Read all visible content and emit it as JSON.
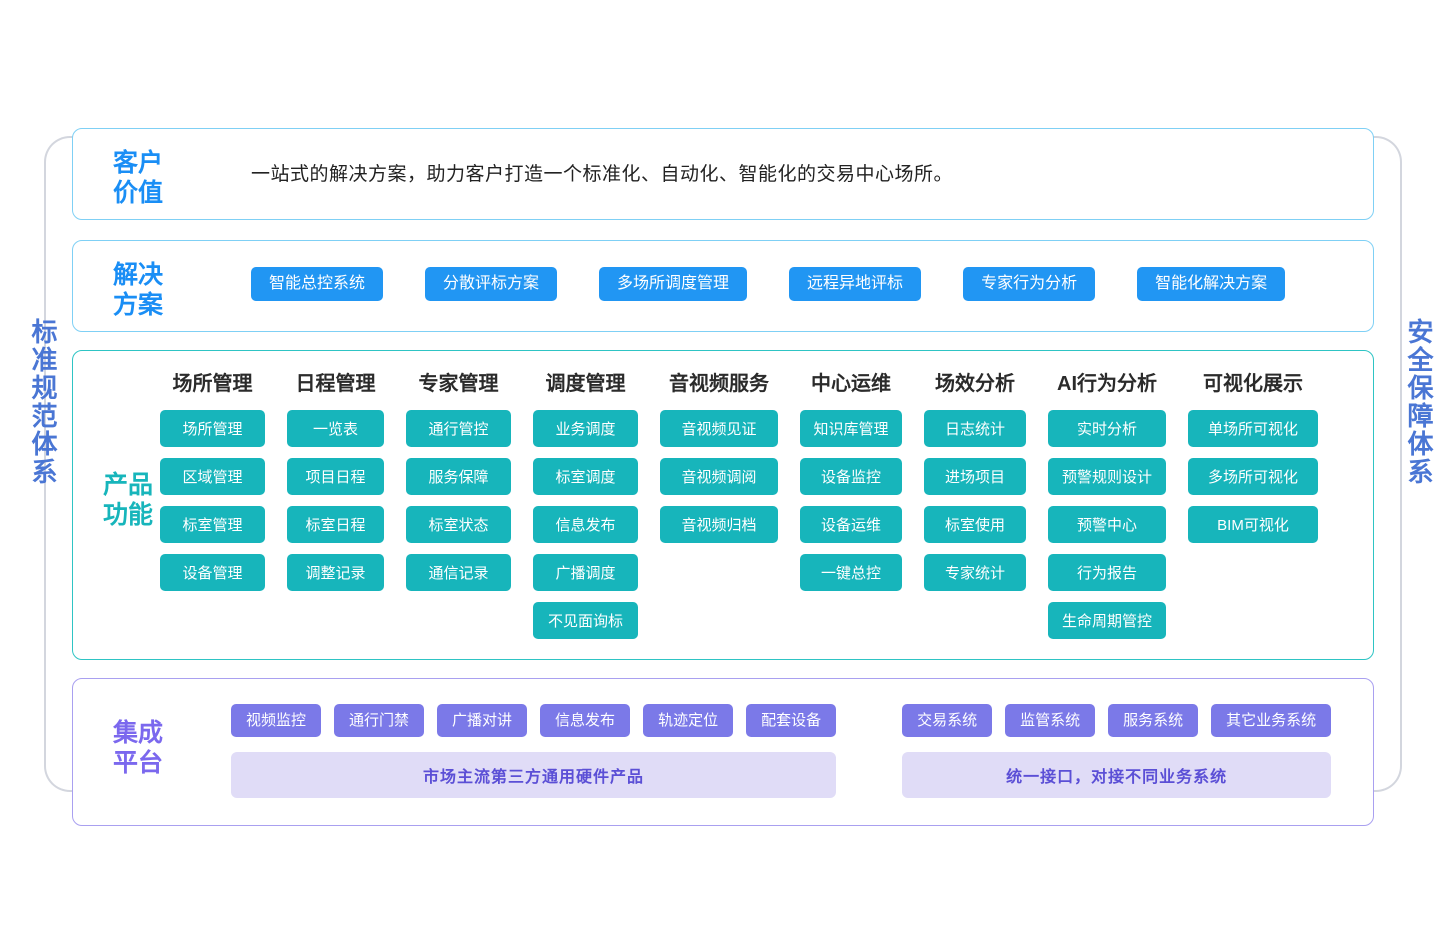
{
  "side_labels": {
    "left": "标准规范体系",
    "right": "安全保障体系"
  },
  "customer_value": {
    "title": "客户\n价值",
    "title_line1": "客户",
    "title_line2": "价值",
    "text": "一站式的解决方案，助力客户打造一个标准化、自动化、智能化的交易中心场所。"
  },
  "solution": {
    "title_line1": "解决",
    "title_line2": "方案",
    "chips": [
      "智能总控系统",
      "分散评标方案",
      "多场所调度管理",
      "远程异地评标",
      "专家行为分析",
      "智能化解决方案"
    ]
  },
  "product": {
    "title_line1": "产品",
    "title_line2": "功能",
    "columns": [
      {
        "head": "场所管理",
        "items": [
          "场所管理",
          "区域管理",
          "标室管理",
          "设备管理"
        ]
      },
      {
        "head": "日程管理",
        "items": [
          "一览表",
          "项目日程",
          "标室日程",
          "调整记录"
        ]
      },
      {
        "head": "专家管理",
        "items": [
          "通行管控",
          "服务保障",
          "标室状态",
          "通信记录"
        ]
      },
      {
        "head": "调度管理",
        "items": [
          "业务调度",
          "标室调度",
          "信息发布",
          "广播调度",
          "不见面询标"
        ]
      },
      {
        "head": "音视频服务",
        "items": [
          "音视频见证",
          "音视频调阅",
          "音视频归档"
        ]
      },
      {
        "head": "中心运维",
        "items": [
          "知识库管理",
          "设备监控",
          "设备运维",
          "一键总控"
        ]
      },
      {
        "head": "场效分析",
        "items": [
          "日志统计",
          "进场项目",
          "标室使用",
          "专家统计"
        ]
      },
      {
        "head": "AI行为分析",
        "items": [
          "实时分析",
          "预警规则设计",
          "预警中心",
          "行为报告",
          "生命周期管控"
        ]
      },
      {
        "head": "可视化展示",
        "items": [
          "单场所可视化",
          "多场所可视化",
          "BIM可视化"
        ]
      }
    ]
  },
  "integration": {
    "title_line1": "集成",
    "title_line2": "平台",
    "groups": [
      {
        "chips": [
          "视频监控",
          "通行门禁",
          "广播对讲",
          "信息发布",
          "轨迹定位",
          "配套设备"
        ],
        "bar": "市场主流第三方通用硬件产品"
      },
      {
        "chips": [
          "交易系统",
          "监管系统",
          "服务系统",
          "其它业务系统"
        ],
        "bar": "统一接口，对接不同业务系统"
      }
    ]
  },
  "colors": {
    "blue_chip": "#2196f3",
    "teal_chip": "#17b5bb",
    "purple_chip": "#7b79e8",
    "purple_bar_bg": "#e0dcf7",
    "purple_bar_text": "#5b4fd6",
    "side_label": "#4a76d4",
    "panel_border_blue": "#7fd0f5",
    "panel_border_teal": "#2ec4c4",
    "panel_border_purple": "#a9a0f0",
    "bracket": "#d3d6de"
  }
}
